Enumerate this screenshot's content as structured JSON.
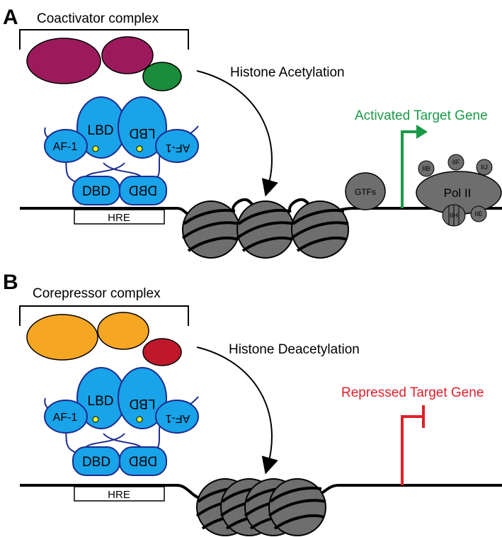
{
  "panel_a": {
    "letter": "A",
    "complex_label": "Coactivator complex",
    "process_label": "Histone Acetylation",
    "gene_label": "Activated Target Gene",
    "hre": "HRE",
    "af1_left": "AF-1",
    "af1_right": "AF-1",
    "lbd_left": "LBD",
    "lbd_right": "LBD",
    "dbd_left": "DBD",
    "dbd_right": "DBD",
    "gtfs": "GTFs",
    "pol": "Pol II",
    "iib": "IIB",
    "iif": "IIF",
    "iij": "IIJ",
    "iih": "IIH",
    "iie": "IIE"
  },
  "panel_b": {
    "letter": "B",
    "complex_label": "Corepressor complex",
    "process_label": "Histone Deacetylation",
    "gene_label": "Repressed Target Gene",
    "hre": "HRE",
    "af1_left": "AF-1",
    "af1_right": "AF-1",
    "lbd_left": "LBD",
    "lbd_right": "LBD",
    "dbd_left": "DBD",
    "dbd_right": "DBD"
  },
  "colors": {
    "coactivator_large": "#9c1a5c",
    "coactivator_small": "#1a8c3c",
    "corepressor_large": "#f5a623",
    "corepressor_small": "#c0182a",
    "receptor": "#19a3e8",
    "receptor_outline": "#1b2b8f",
    "ligand": "#f7f72a",
    "nucleosome": "#707070",
    "activated_gene": "#1a9a46",
    "repressed_gene": "#e0202a"
  }
}
